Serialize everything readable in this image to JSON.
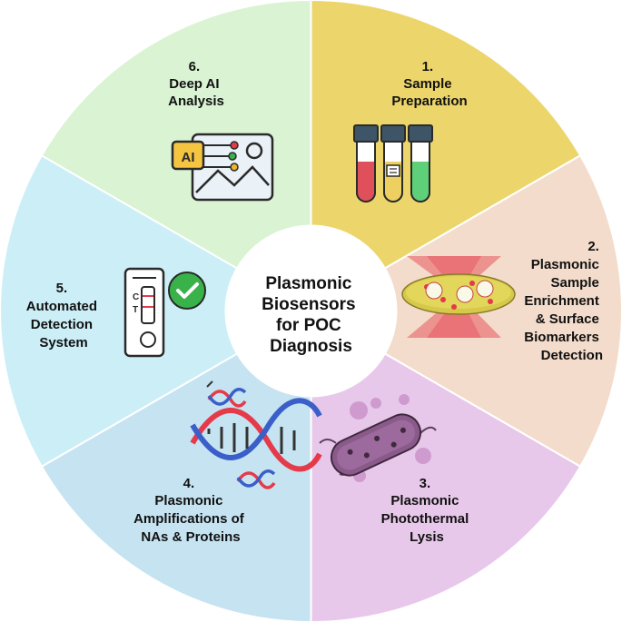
{
  "center": {
    "lines": [
      "Plasmonic",
      "Biosensors",
      "for POC",
      "Diagnosis"
    ]
  },
  "sectors": [
    {
      "id": "sample-preparation",
      "color": "#ecd66b",
      "lines": [
        "1.",
        "Sample",
        "Preparation"
      ],
      "icon": "test-tubes-icon"
    },
    {
      "id": "enrichment-detection",
      "color": "#f3dccb",
      "lines": [
        "2.",
        "Plasmonic",
        "Sample",
        "Enrichment",
        "& Surface",
        "Biomarkers",
        "Detection"
      ],
      "icon": "laser-chip-icon"
    },
    {
      "id": "photothermal-lysis",
      "color": "#e8c8ea",
      "lines": [
        "3.",
        "Plasmonic",
        "Photothermal",
        "Lysis"
      ],
      "icon": "bacterium-icon"
    },
    {
      "id": "amplification",
      "color": "#c6e3f1",
      "lines": [
        "4.",
        "Plasmonic",
        "Amplifications of",
        "NAs & Proteins"
      ],
      "icon": "dna-icon"
    },
    {
      "id": "automated-detection",
      "color": "#cceff7",
      "lines": [
        "5.",
        "Automated",
        "Detection",
        "System"
      ],
      "icon": "test-cassette-icon"
    },
    {
      "id": "deep-ai",
      "color": "#d9f3d3",
      "lines": [
        "6.",
        "Deep AI",
        "Analysis"
      ],
      "icon": "ai-image-icon"
    }
  ],
  "icon_text": {
    "ai": "AI",
    "control": "C",
    "test": "T"
  }
}
